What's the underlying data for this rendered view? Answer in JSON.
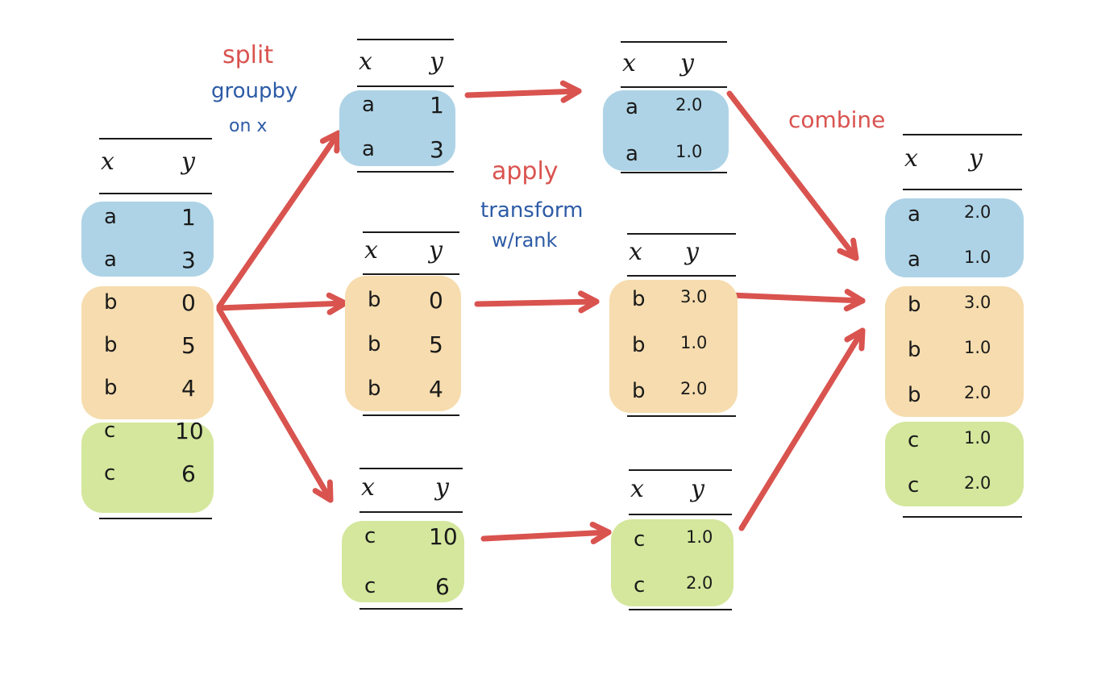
{
  "colors": {
    "ink": "#1a1a1a",
    "arrow": "#d9534f",
    "label_red": "#d9534f",
    "label_blue": "#2d5ba6",
    "group_a": "#aed3e6",
    "group_b": "#f6dcae",
    "group_c": "#d4e79d"
  },
  "labels": {
    "split": "split",
    "groupby": "groupby",
    "on_x": "on x",
    "apply": "apply",
    "transform": "transform",
    "w_rank": "w/rank",
    "combine": "combine"
  },
  "tables": {
    "input": {
      "header": {
        "x": "x",
        "y": "y"
      },
      "rows": [
        {
          "x": "a",
          "y": "1",
          "group": "a"
        },
        {
          "x": "a",
          "y": "3",
          "group": "a"
        },
        {
          "x": "b",
          "y": "0",
          "group": "b"
        },
        {
          "x": "b",
          "y": "5",
          "group": "b"
        },
        {
          "x": "b",
          "y": "4",
          "group": "b"
        },
        {
          "x": "c",
          "y": "10",
          "group": "c"
        },
        {
          "x": "c",
          "y": "6",
          "group": "c"
        }
      ]
    },
    "split_a": {
      "header": {
        "x": "x",
        "y": "y"
      },
      "rows": [
        {
          "x": "a",
          "y": "1",
          "group": "a"
        },
        {
          "x": "a",
          "y": "3",
          "group": "a"
        }
      ]
    },
    "split_b": {
      "header": {
        "x": "x",
        "y": "y"
      },
      "rows": [
        {
          "x": "b",
          "y": "0",
          "group": "b"
        },
        {
          "x": "b",
          "y": "5",
          "group": "b"
        },
        {
          "x": "b",
          "y": "4",
          "group": "b"
        }
      ]
    },
    "split_c": {
      "header": {
        "x": "x",
        "y": "y"
      },
      "rows": [
        {
          "x": "c",
          "y": "10",
          "group": "c"
        },
        {
          "x": "c",
          "y": "6",
          "group": "c"
        }
      ]
    },
    "ranked_a": {
      "header": {
        "x": "x",
        "y": "y"
      },
      "rows": [
        {
          "x": "a",
          "y": "2.0",
          "group": "a"
        },
        {
          "x": "a",
          "y": "1.0",
          "group": "a"
        }
      ]
    },
    "ranked_b": {
      "header": {
        "x": "x",
        "y": "y"
      },
      "rows": [
        {
          "x": "b",
          "y": "3.0",
          "group": "b"
        },
        {
          "x": "b",
          "y": "1.0",
          "group": "b"
        },
        {
          "x": "b",
          "y": "2.0",
          "group": "b"
        }
      ]
    },
    "ranked_c": {
      "header": {
        "x": "x",
        "y": "y"
      },
      "rows": [
        {
          "x": "c",
          "y": "1.0",
          "group": "c"
        },
        {
          "x": "c",
          "y": "2.0",
          "group": "c"
        }
      ]
    },
    "output": {
      "header": {
        "x": "x",
        "y": "y"
      },
      "rows": [
        {
          "x": "a",
          "y": "2.0",
          "group": "a"
        },
        {
          "x": "a",
          "y": "1.0",
          "group": "a"
        },
        {
          "x": "b",
          "y": "3.0",
          "group": "b"
        },
        {
          "x": "b",
          "y": "1.0",
          "group": "b"
        },
        {
          "x": "b",
          "y": "2.0",
          "group": "b"
        },
        {
          "x": "c",
          "y": "1.0",
          "group": "c"
        },
        {
          "x": "c",
          "y": "2.0",
          "group": "c"
        }
      ]
    }
  }
}
